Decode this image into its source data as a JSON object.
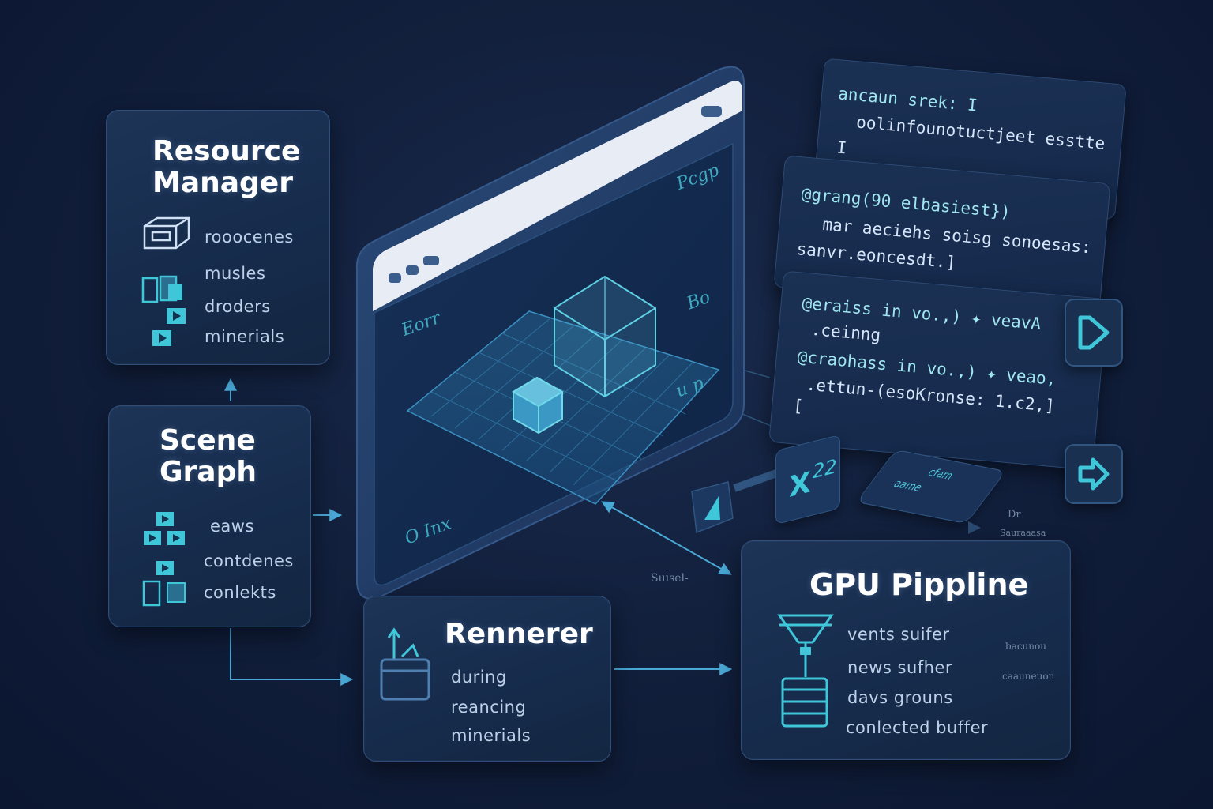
{
  "resource_manager": {
    "title_line1": "Resource",
    "title_line2": "Manager",
    "items": [
      "rooocenes",
      "musles",
      "droders",
      "minerials"
    ]
  },
  "scene_graph": {
    "title_line1": "Scene",
    "title_line2": "Graph",
    "items": [
      "eaws",
      "contdenes",
      "conlekts"
    ]
  },
  "renderer": {
    "title": "Rennerer",
    "items": [
      "during",
      "reancing",
      "minerials"
    ]
  },
  "gpu_pipeline": {
    "title": "GPU Pippline",
    "items": [
      "vents suifer",
      "news sufher",
      "davs grouns",
      "conlected buffer"
    ],
    "side_notes": [
      "bacunou",
      "caauneuon"
    ]
  },
  "viewport": {
    "labels": [
      "Pcgp",
      "Eorr",
      "Bo",
      "u p",
      "O Inx"
    ]
  },
  "code_panels": [
    {
      "lines": [
        "ancaun srek: I",
        "oolinfounotuctjeet  esstte",
        "I"
      ]
    },
    {
      "lines": [
        "@grang(90 elbasiest})",
        "mar aeciehs soisg sonoesas:",
        "sanvr.eoncesdt.]"
      ]
    },
    {
      "lines": [
        "@eraiss  in vo.,)  ✦  veavA",
        ".ceinng",
        "@craohass  in vo.,)  ✦  veao,",
        ".ettun-(esoKronse: 1.c2,]",
        "["
      ]
    }
  ],
  "widgets": {
    "x_badge": "X",
    "x_badge_exp": "22",
    "tile_text_1": "cfam",
    "tile_text_2": "aame",
    "bottom_right_label_1": "Dr",
    "bottom_right_label_2": "Sauraaasa"
  },
  "connector_label": "Suisel-",
  "colors": {
    "accent_cyan": "#3fc6d8",
    "arrow_blue": "#4aa8d6",
    "card_border": "#2f4d78",
    "background": "#12203d"
  }
}
